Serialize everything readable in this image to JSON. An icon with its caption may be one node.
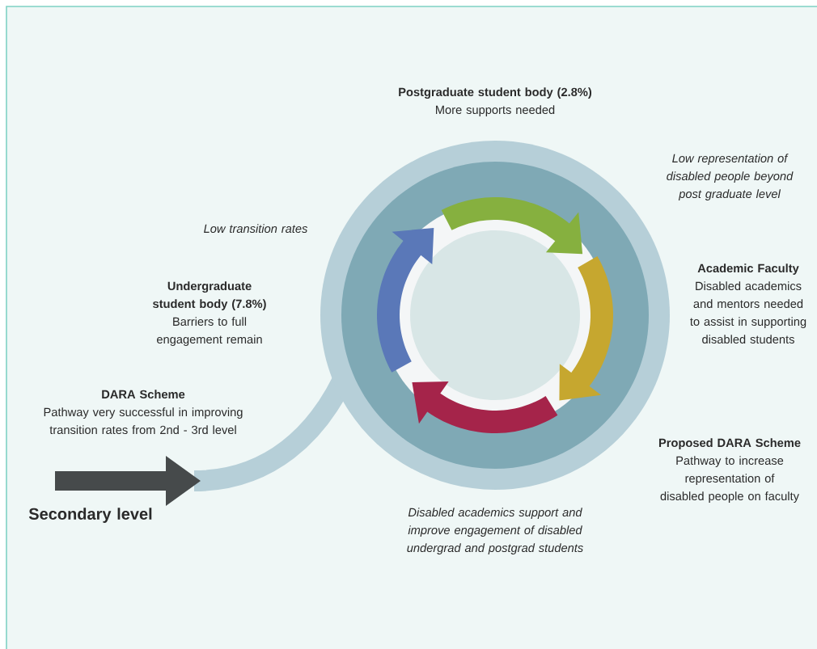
{
  "diagram": {
    "labels": [
      "Postgraduate student body (2.8%)",
      "More supports needed",
      "Low representation of disabled people beyond post graduate level",
      "Low transition rates",
      "Academic Faculty",
      "Disabled academics and mentors needed to assist in supporting disabled students",
      "Undergraduate student body (7.8%)",
      "Barriers to full engagement remain",
      "DARA Scheme",
      "Pathway very successful in improving transition rates from 2nd - 3rd level",
      "Proposed DARA Scheme",
      "Pathway to increase representation of disabled people on faculty",
      "Secondary level",
      "Disabled academics support and improve engagement of disabled undergrad and postgrad students"
    ]
  }
}
